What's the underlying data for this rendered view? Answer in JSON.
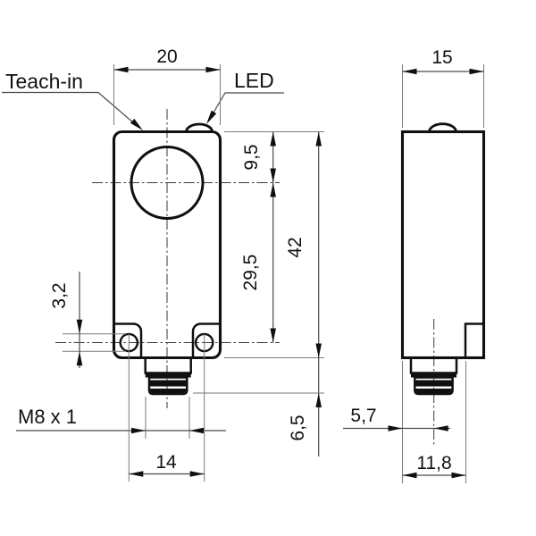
{
  "title": "Inductive sensor dimensional drawing (two views, mm)",
  "labels": {
    "teach_in": "Teach-in",
    "led": "LED",
    "thread": "M8 x 1"
  },
  "dims": {
    "front_width": "20",
    "side_depth": "15",
    "face_center_offset": "9,5",
    "hole_center_offset": "29,5",
    "body_height": "42",
    "connector_length": "6,5",
    "hole_diameter": "3,2",
    "hole_pitch": "14",
    "connector_axis_offset": "5,7",
    "step_offset": "11,8"
  },
  "colors": {
    "background": "#ffffff",
    "outline": "#101010",
    "dimension_lines": "#4a4a4a",
    "extension_lines": "#7a7a7a",
    "text": "#111111"
  }
}
